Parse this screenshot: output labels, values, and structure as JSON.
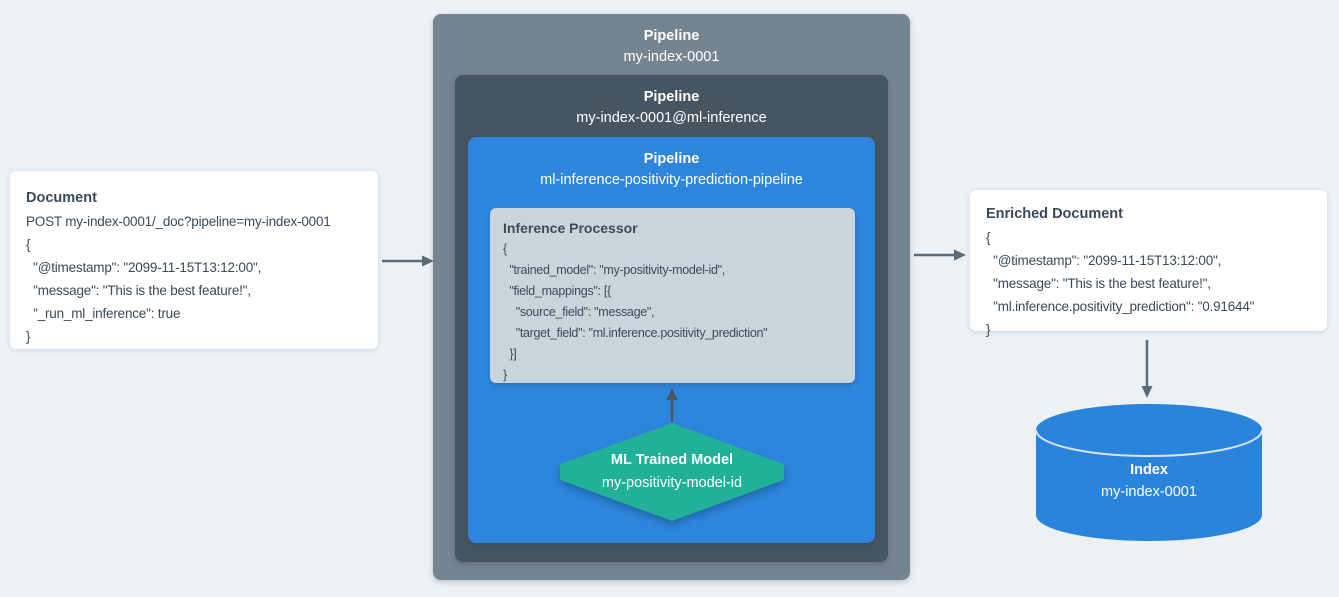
{
  "colors": {
    "bg": "#ECF1F6",
    "outer": "#76848F",
    "dark": "#475560",
    "blue": "#2E86DC",
    "proc-bg": "#C9D4DB",
    "code-text": "#3E4C58",
    "card-text": "#3A4A5A",
    "hex": "#20B198",
    "cyl": "#2B84DC",
    "rim": "#D9E3EB",
    "arrow": "#5C6B78",
    "white": "#FFFFFF"
  },
  "document_card": {
    "title": "Document",
    "lines": [
      "POST my-index-0001/_doc?pipeline=my-index-0001",
      "{",
      "  \"@timestamp\": \"2099-11-15T13:12:00\",",
      "  \"message\": \"This is the best feature!\",",
      "  \"_run_ml_inference\": true",
      "}"
    ]
  },
  "outer_pipeline": {
    "label": "Pipeline",
    "name": "my-index-0001"
  },
  "inference_pipeline": {
    "label": "Pipeline",
    "name": "my-index-0001@ml-inference"
  },
  "prediction_pipeline": {
    "label": "Pipeline",
    "name": "ml-inference-positivity-prediction-pipeline"
  },
  "inference_processor": {
    "title": "Inference Processor",
    "lines": [
      "{",
      "  \"trained_model\": \"my-positivity-model-id\",",
      "  \"field_mappings\": [{",
      "    \"source_field\": \"message\",",
      "    \"target_field\": \"ml.inference.positivity_prediction\"",
      "  }]",
      "}"
    ]
  },
  "ml_model": {
    "title": "ML Trained Model",
    "name": "my-positivity-model-id"
  },
  "enriched_card": {
    "title": "Enriched Document",
    "lines": [
      "{",
      "  \"@timestamp\": \"2099-11-15T13:12:00\",",
      "  \"message\": \"This is the best feature!\",",
      "  \"ml.inference.positivity_prediction\": \"0.91644\"",
      "}"
    ]
  },
  "index": {
    "title": "Index",
    "name": "my-index-0001"
  }
}
